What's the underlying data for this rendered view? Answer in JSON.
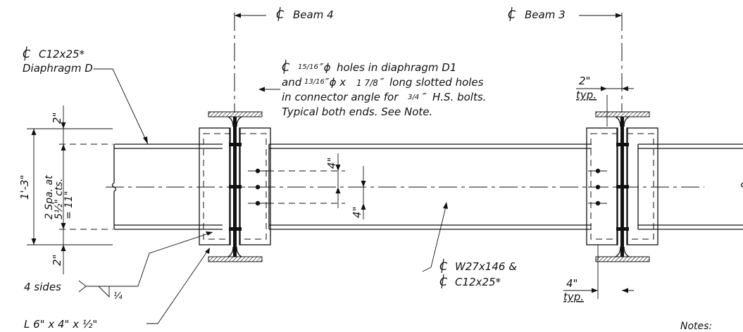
{
  "labels": {
    "beam4": "Beam 4",
    "beam3": "Beam 3",
    "diaphragm_line1": "C12x25*",
    "diaphragm_line2": "Diaphragm D",
    "holes_line1_a": "holes in diaphragm D1",
    "holes_line2_a": "and",
    "holes_line2_b": "long slotted holes",
    "holes_line3_a": "in connector angle for",
    "holes_line3_b": "H.S. bolts.",
    "holes_line4": "Typical both ends.  See Note.",
    "frac_15_16": "15/16",
    "frac_13_16": "13/16",
    "frac_1_7_8": "1 7/8",
    "frac_3_4": "3/4",
    "dim_2in_typ": "2\"",
    "typ": "typ.",
    "dim_4in_typ": "4\"",
    "dim_depth": "1'-3\"",
    "dim_2in_top": "2\"",
    "dim_2in_bot": "2\"",
    "dim_spa_1": "2  Spa. at",
    "dim_spa_2": "5½\" cts.",
    "dim_spa_3": "= 11\"",
    "dim_4in_a": "4\"",
    "dim_4in_b": "4\"",
    "w27_line1": "W27x146 &",
    "w27_line2": "C12x25*",
    "weld_sides": "4 sides",
    "weld_size": "¼",
    "angle": "L 6\" x 4\" x ½\"",
    "notes": "Notes:"
  },
  "symbols": {
    "centerline": "centerline-symbol",
    "diameter": "diameter-symbol"
  }
}
